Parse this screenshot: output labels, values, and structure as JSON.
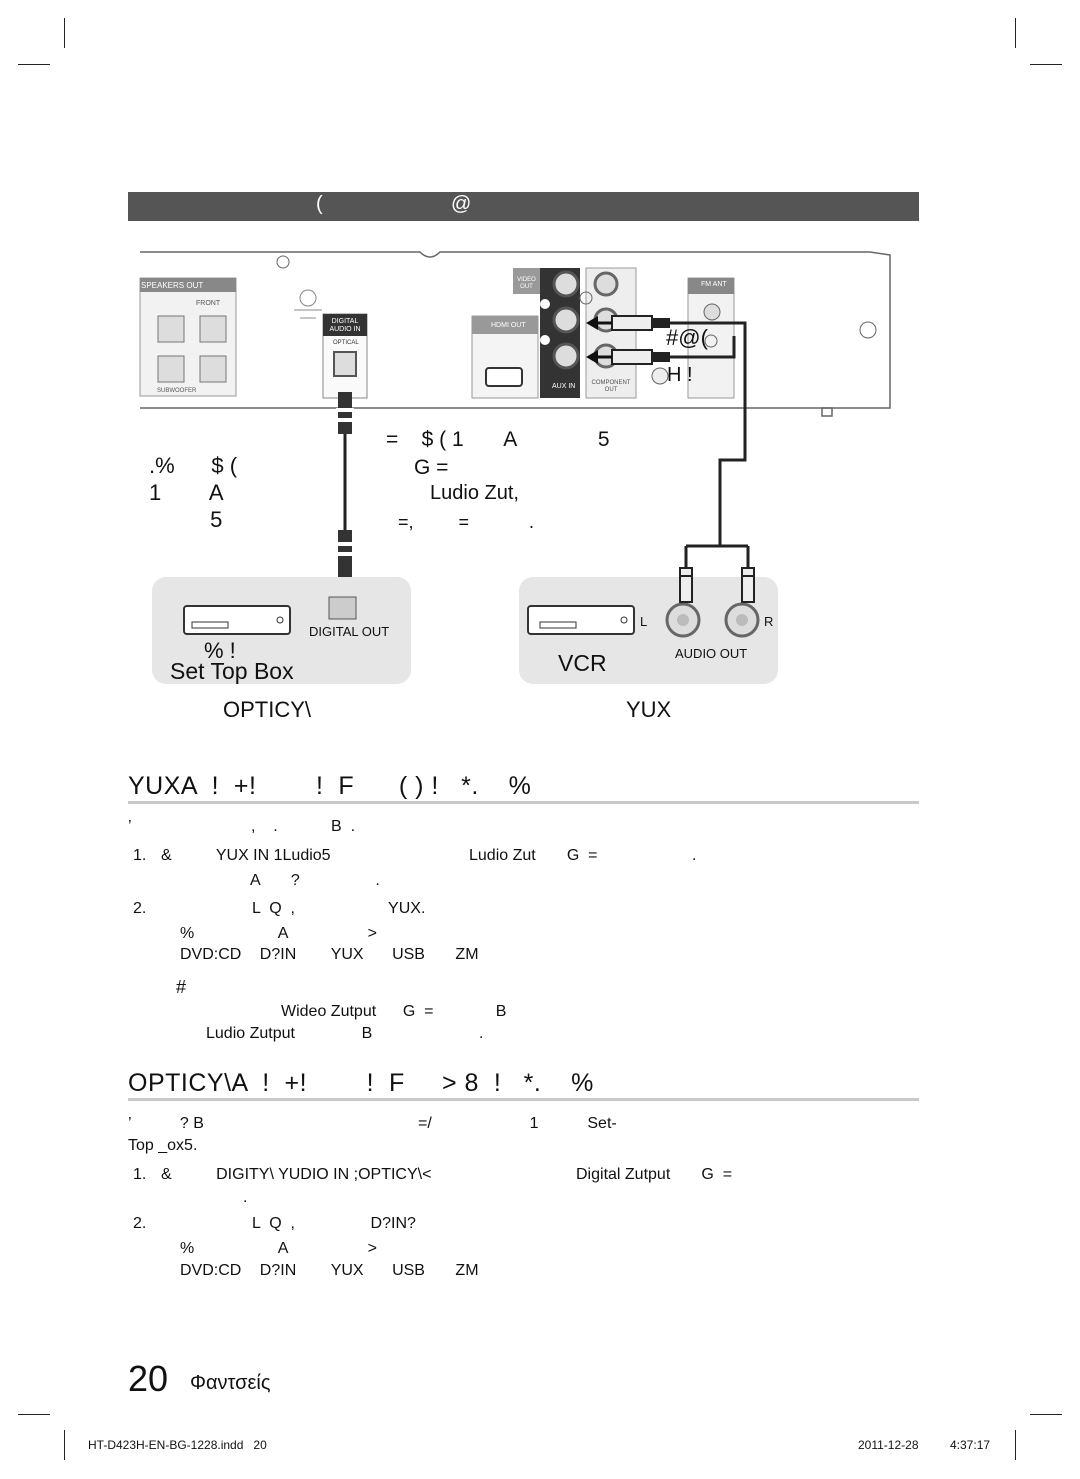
{
  "header": {
    "left_char": "(",
    "right_char": "@"
  },
  "panel": {
    "speakers_out": "SPEAKERS OUT",
    "front": "FRONT",
    "subwoofer": "SUBWOOFER",
    "digital_audio_in": [
      "DIGITAL",
      "AUDIO IN"
    ],
    "optical": "OPTICAL",
    "video_out": [
      "VIDEO",
      "OUT"
    ],
    "hdmi_out": "HDMI OUT",
    "aux_in": "AUX IN",
    "component_out": [
      "COMPONENT",
      "OUT"
    ],
    "fm_ant": "FM ANT",
    "right_top": "#@(",
    "right_bottom": "H !"
  },
  "diagram": {
    "left_note": [
      ".%      $ (",
      "1        A",
      "          5"
    ],
    "center_note": [
      "=    $ ( 1       A              5",
      "G  =",
      "Ludio Zut,",
      "=,         =            ."
    ],
    "stb": {
      "digital_out": "DIGITAL OUT",
      "label_small": "% !",
      "label": "Set Top Box"
    },
    "vcr": {
      "label": "VCR",
      "audio_out": "AUDIO OUT",
      "l": "L",
      "r": "R"
    },
    "caption_left": "OPTICY\\",
    "caption_right": "YUX"
  },
  "section1": {
    "title": "YUXA  !  +!        !  F      ( ) !   *.    %",
    "intro": "’                           ,    .            B  .",
    "step1_line1_num": "1.",
    "step1_line1": "&          YUX IN 1Ludio5",
    "step1_line1_b": "Ludio Zut       G  =",
    "step1_line1_c": ".",
    "step1_line2": "A       ?                 .",
    "step2_num": "2.",
    "step2_line1": "L  Q  ,                     YUX.",
    "step2_line2": "%                   A                  >",
    "step2_modes": [
      "DVD:CD",
      "D?IN",
      "YUX",
      "USB",
      "ZM"
    ],
    "note_icon": "#",
    "note_line1": "Wideo Zutput      G  =              B",
    "note_line2": "Ludio Zutput               B                        ."
  },
  "section2": {
    "title": "OPTICY\\A  !  +!        !  F     > 8  !   *.    %",
    "intro_a": "’           ? B",
    "intro_b": "=/                      1           Set-",
    "intro_c": "Top _ox5.",
    "step1_num": "1.",
    "step1_a": "&          DIGITY\\ YUDIO IN ;OPTICY\\<",
    "step1_b": "Digital Zutput       G  =",
    "step1_c": ".",
    "step2_num": "2.",
    "step2_line1": "L  Q  ,                 D?IN?",
    "step2_line2": "%                   A                  >",
    "step2_modes": [
      "DVD:CD",
      "D?IN",
      "YUX",
      "USB",
      "ZM"
    ]
  },
  "page": {
    "number": "20",
    "label": "Φαντσείς"
  },
  "footer": {
    "file": "HT-D423H-EN-BG-1228.indd   20",
    "date": "2011-12-28",
    "time": "4:37:17"
  }
}
